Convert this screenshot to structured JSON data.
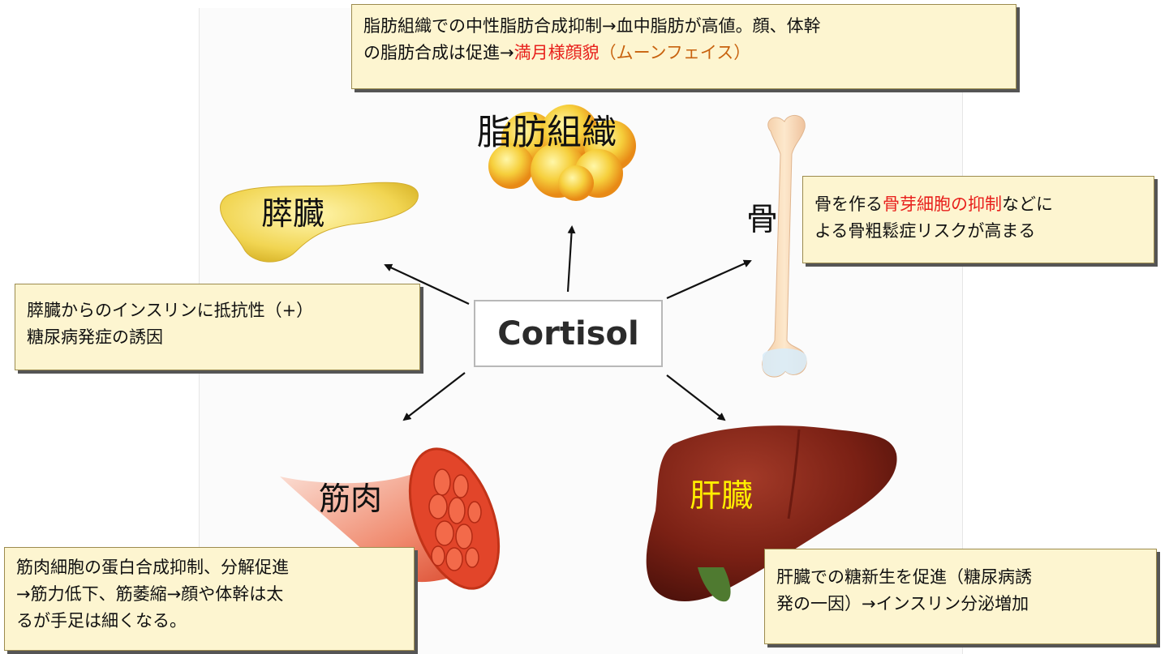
{
  "center_hormone": "Cortisol",
  "organs": {
    "adipose": "脂肪組織",
    "pancreas": "膵臓",
    "bone": "骨",
    "muscle": "筋肉",
    "liver": "肝臓"
  },
  "notes": {
    "adipose": {
      "line1": "脂肪組織での中性脂肪合成抑制→血中脂肪が高値。顔、体幹",
      "line2_prefix": "の脂肪合成は促進→",
      "line2_red": "満月様顔貌",
      "line2_orange": "（ムーンフェイス）"
    },
    "bone": {
      "line1_prefix": "骨を作る",
      "line1_red": "骨芽細胞の抑制",
      "line1_suffix": "などに",
      "line2": "よる骨粗鬆症リスクが高まる"
    },
    "pancreas": {
      "line1": "膵臓からのインスリンに抵抗性（+）",
      "line2": "糖尿病発症の誘因"
    },
    "muscle": {
      "line1": "筋肉細胞の蛋白合成抑制、分解促進",
      "line2": "→筋力低下、筋萎縮→顔や体幹は太",
      "line3": "るが手足は細くなる。"
    },
    "liver": {
      "line1": "肝臓での糖新生を促進（糖尿病誘",
      "line2": "発の一因）→インスリン分泌増加"
    }
  },
  "colors": {
    "note_bg": "#fdf5d0",
    "highlight_red": "#e8201c",
    "highlight_orange": "#c8620e",
    "liver_label": "#ffee00",
    "liver": "#7a1f14",
    "muscle": "#e8553a",
    "fat": "#f5c43a",
    "pancreas": "#f3da5a",
    "bone": "#f8dcb8"
  }
}
